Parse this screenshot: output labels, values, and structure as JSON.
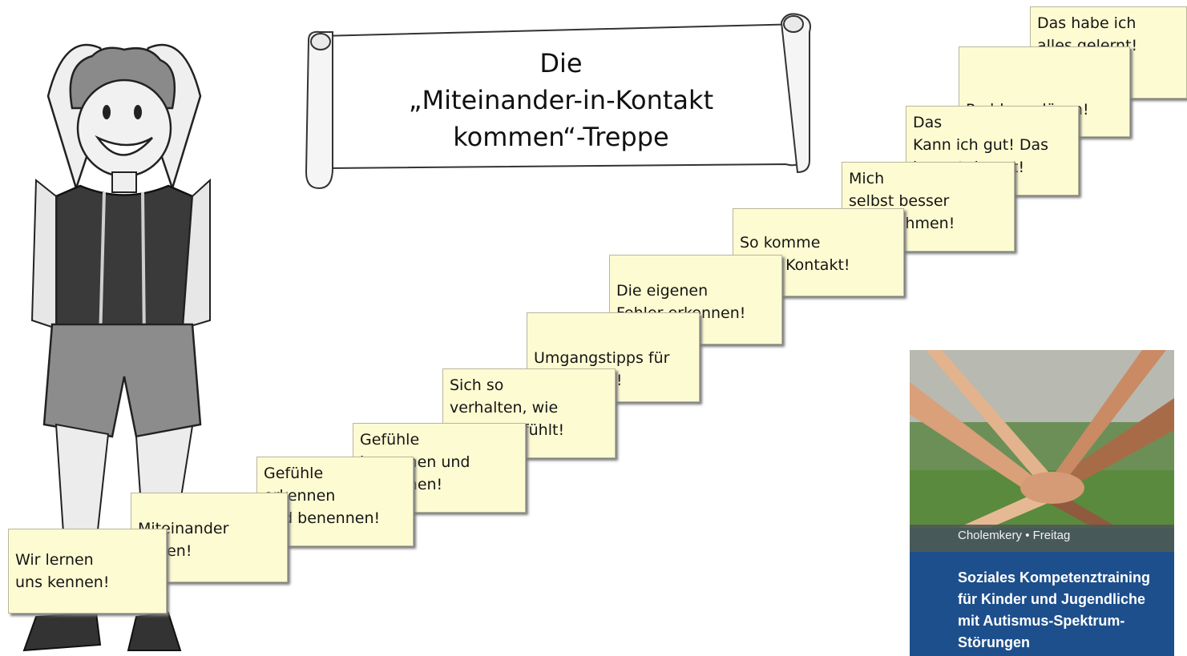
{
  "scroll": {
    "line1": "Die",
    "line2": "„Miteinander-in-Kontakt",
    "line3": "kommen“-Treppe"
  },
  "steps": [
    "Wir lernen\nuns kennen!",
    "Miteinander\nReden!",
    "Gefühle\nerkennen\nund benennen!",
    "Gefühle\nbenennen und\nverstehen!",
    "Sich so\nverhalten, wie\nman sich fühlt!",
    "Umgangstipps für\nmeine Wut!",
    "Die eigenen\nFehler erkennen!",
    "So komme\nich in Kontakt!",
    "Mich\nselbst besser\nwahrnehmen!",
    "Das\nKann ich gut! Das\nkannst du gut!",
    "Probleme lösen!",
    "Das habe ich\nalles gelernt!"
  ],
  "book": {
    "authors": "Cholemkery • Freitag",
    "title": "Soziales Kompetenztraining für Kinder und Jugendliche mit Autismus-Spektrum-Störungen",
    "colors": {
      "banner": "#1d4f8c",
      "author_bar": "#4e5a53"
    }
  }
}
